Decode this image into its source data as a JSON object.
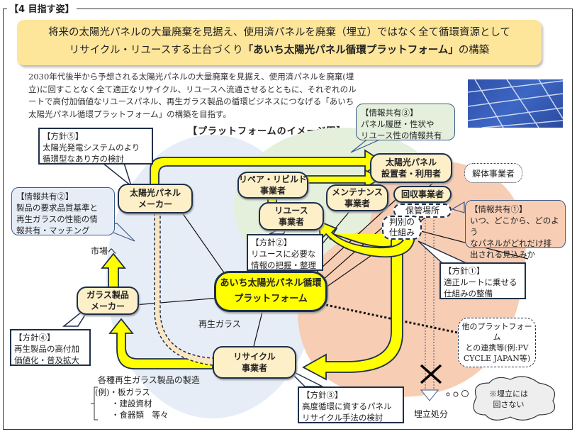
{
  "section_title": "【4 目指す姿】",
  "banner": {
    "line1": "将来の太陽光パネルの大量廃棄を見据え、使用済パネルを廃棄（埋立）ではなく全て循環資源として",
    "line2_prefix": "リサイクル・リユースする土台づくり",
    "line2_emphasis": "「あいち太陽光パネル循環プラットフォーム」",
    "line2_suffix": "の構築"
  },
  "intro": "2030年代後半から予想される太陽光パネルの大量廃棄を見据え、使用済パネルを廃棄(埋立)に回すことなく全て適正なリサイクル、リユースへ流通させるとともに、それぞれのルートで高付加価値なリユースパネル、再生ガラス製品の循環ビジネスにつなげる「あいち太陽光パネル循環プラットフォーム」の構築を目指す。",
  "photo_label": "solar-panel-photo",
  "diagram_title": "【プラットフォームのイメージ図】",
  "nodes": {
    "panel_maker": "太陽光パネル\nメーカー",
    "installer": "太陽光パネル\n設置者・利用者",
    "repair": "リペア・リビルド\n事業者",
    "maintenance": "メンテナンス\n事業者",
    "reuse": "リユース\n事業者",
    "collector": "回収事業者",
    "storage": "保管場所",
    "sorting": "判別の\n仕組み",
    "demolition": "解体事業者",
    "platform": "あいち太陽光パネル循環\nプラットフォーム",
    "glass_maker": "ガラス製品\nメーカー",
    "recycler": "リサイクル\n事業者",
    "other_platform": "他のプラットフォーム\nとの連携等(例:PV\nCYCLE JAPAN等)"
  },
  "policies": [
    {
      "id": "policy-1",
      "title": "【方針①】",
      "text": "適正ルートに乗せる\n仕組みの整備"
    },
    {
      "id": "policy-2",
      "title": "【方針②】",
      "text": "リユースに必要な\n情報の把握・整理"
    },
    {
      "id": "policy-3",
      "title": "【方針③】",
      "text": "高度循環に資するパネル\nリサイクル手法の検討"
    },
    {
      "id": "policy-4",
      "title": "【方針④】",
      "text": "再生製品の高付加\n価値化・普及拡大"
    },
    {
      "id": "policy-5",
      "title": "【方針⑤】",
      "text": "太陽光発電システムのより\n循環型なあり方の検討"
    }
  ],
  "info_sharing": [
    {
      "id": "info-1",
      "title": "【情報共有①】",
      "text": "いつ、どこから、どのよう\nなパネルがどれだけ排\n出される見込みか"
    },
    {
      "id": "info-2",
      "title": "【情報共有②】",
      "text": "製品の要求品質基準と\n再生ガラスの性能の情\n報共有・マッチング"
    },
    {
      "id": "info-3",
      "title": "【情報共有③】",
      "text": "パネル履歴・性状や\nリユース性の情報共有"
    }
  ],
  "labels": {
    "to_market": "市場へ",
    "recycled_glass": "再生ガラス",
    "landfill": "埋立処分",
    "no_landfill": "※埋立には\n回さない",
    "products_heading": "各種再生ガラス製品の製造",
    "products_list": "(例)・板ガラス\n　　・建設資材\n　　・食器類　等々"
  },
  "colors": {
    "arrow_yellow": "#ffff00",
    "node_fill": "#fdefc8",
    "banner_fill": "#fde59a",
    "zone_blue": "#e6edf7",
    "zone_green": "#e4efdc",
    "zone_peach": "#f7cdb4",
    "outline": "#1f2f4a"
  }
}
